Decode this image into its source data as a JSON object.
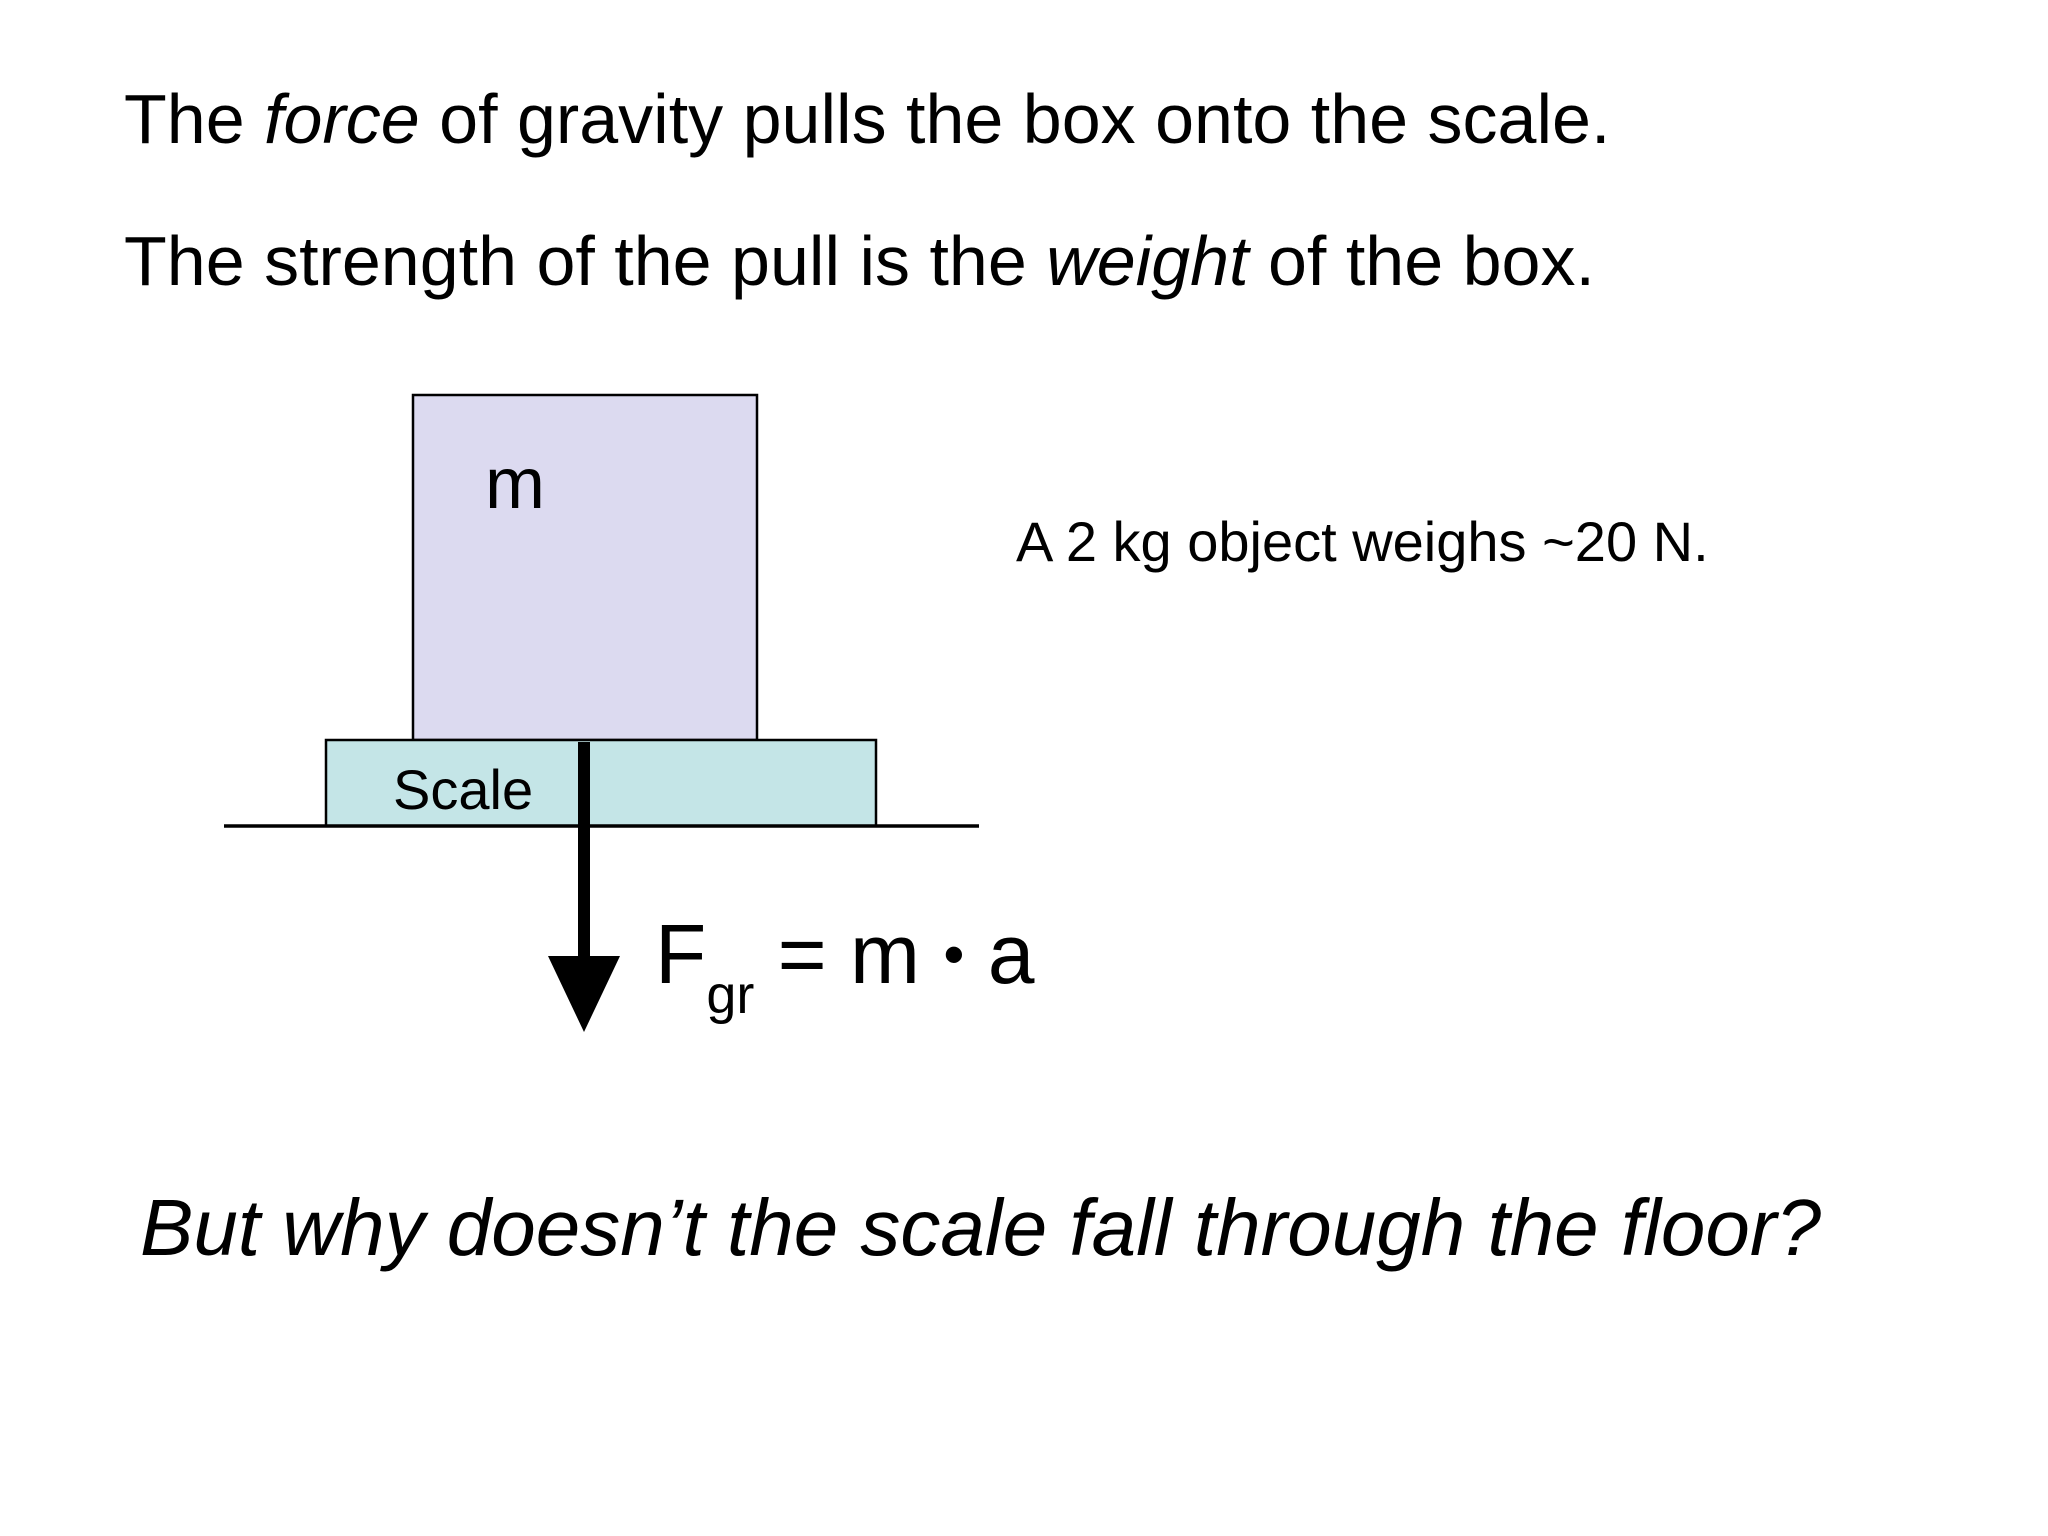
{
  "intro": {
    "line1": {
      "before": "The ",
      "emphasis": "force",
      "after": " of gravity pulls the box onto the scale."
    },
    "line2": {
      "before": "The strength of the pull is the ",
      "emphasis": "weight",
      "after": " of the box."
    }
  },
  "diagram": {
    "box_label": "m",
    "scale_label": "Scale",
    "colors": {
      "box_fill": "#dcdaf0",
      "scale_fill": "#c4e5e7",
      "stroke": "#000000"
    },
    "formula": {
      "force": "F",
      "subscript": "gr",
      "equals": " = m ",
      "dot": "•",
      "accel": " a"
    }
  },
  "note": "A 2 kg object weighs ~20 N.",
  "question": "But why doesn’t the scale fall through the floor?"
}
